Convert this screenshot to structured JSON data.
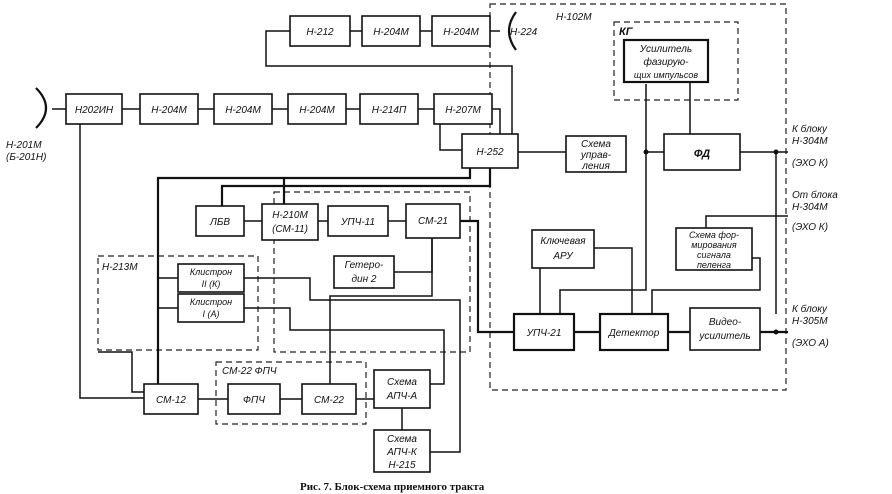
{
  "blocks": {
    "n212": "Н-212",
    "n204a": "Н-204М",
    "n204b": "Н-204М",
    "n224": "Н-224",
    "n202": "Н202ИН",
    "n204c": "Н-204М",
    "n204d": "Н-204М",
    "n204e": "Н-204М",
    "n214": "Н-214П",
    "n207": "Н-207М",
    "n252": "Н-252",
    "lbv": "ЛБВ",
    "n210_1": "Н-210М",
    "n210_2": "(СМ-11)",
    "upch11": "УПЧ-11",
    "sm21": "СМ-21",
    "klys2_1": "Клистрон",
    "klys2_2": "II (К)",
    "klys1_1": "Клистрон",
    "klys1_2": "I (А)",
    "gen2_1": "Гетеро-",
    "gen2_2": "дин 2",
    "sm12": "СМ-12",
    "fpch": "ФПЧ",
    "sm22": "СМ-22",
    "apch_a_1": "Схема",
    "apch_a_2": "АПЧ-А",
    "apch_k_1": "Схема",
    "apch_k_2": "АПЧ-К",
    "apch_k_3": "Н-215",
    "ctrl_1": "Схема",
    "ctrl_2": "управ-",
    "ctrl_3": "ления",
    "amp_1": "Усилитель",
    "amp_2": "фазирую-",
    "amp_3": "щих импульсов",
    "fd": "ФД",
    "aru_1": "Ключевая",
    "aru_2": "АРУ",
    "sform_1": "Схема фор-",
    "sform_2": "мирования",
    "sform_3": "сигнала",
    "sform_4": "пеленга",
    "upch21": "УПЧ-21",
    "det": "Детектор",
    "video_1": "Видео-",
    "video_2": "усилитель"
  },
  "groups": {
    "n102": "Н-102М",
    "kg": "КГ",
    "n213": "Н-213М",
    "sm22fpch": "СМ-22  ФПЧ"
  },
  "antennas": {
    "left_1": "Н-201М",
    "left_2": "(Б-201Н)"
  },
  "outputs": {
    "out1_1": "К блоку",
    "out1_2": "Н-304М",
    "out1_3": "(ЭХО К)",
    "in2_1": "От блока",
    "in2_2": "Н-304М",
    "in2_3": "(ЭХО К)",
    "out3_1": "К блоку",
    "out3_2": "Н-305М",
    "out3_3": "(ЭХО А)"
  },
  "caption": "Рис. 7. Блок-схема приемного тракта"
}
